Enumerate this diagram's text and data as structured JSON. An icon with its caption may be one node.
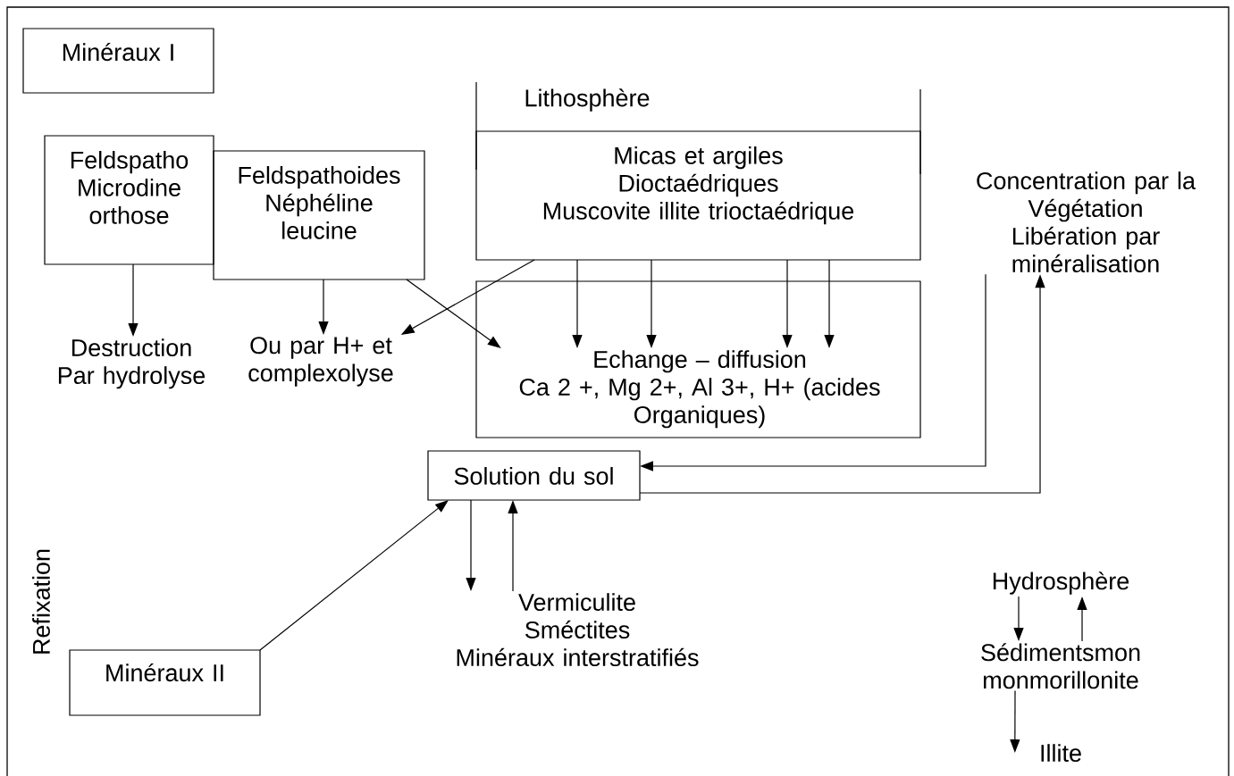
{
  "diagram": {
    "nodes": [
      {
        "text": [
          "Minéraux I"
        ]
      },
      {
        "text": [
          "Feldspatho Microdine orthose"
        ]
      },
      {
        "text": [
          "Feldspathoides Néphéline leucine"
        ]
      },
      {
        "text": [
          "Micas et argiles Dioctaédriques Muscovite illite trioctaédrique"
        ]
      },
      {
        "text": [
          "Concentration par la Végétation Libération par minéralisation"
        ]
      },
      {
        "text": [
          "Destruction Par hydrolyse"
        ]
      },
      {
        "text": [
          "Ou par H+ et complexolyse"
        ]
      },
      {
        "text": [],
        "shape": "box"
      },
      {
        "text": [
          "Echange – diffusion Ca 2 +, Mg 2+, Al 3+, H+ (acides Organiques)"
        ],
        "in": 7
      },
      {
        "text": [
          "Solution du sol"
        ]
      },
      {
        "text": [
          "Vermiculite Sméctites Minéraux interstratifiés"
        ]
      },
      {
        "text": [
          "Minéraux II"
        ]
      },
      {
        "text": [
          "Hydrosphère"
        ]
      },
      {
        "text": [
          "Sédimentsmon monmorillonite"
        ]
      },
      {
        "text": [
          "Illite"
        ]
      }
    ],
    "edges": [
      {
        "from": 1,
        "to": 5,
        "arrow": "to"
      },
      {
        "from": 2,
        "to": 6,
        "arrow": "to"
      },
      {
        "from": 3,
        "to": 6,
        "arrow": "to"
      },
      {
        "from": 2,
        "to": 8,
        "arrow": "to"
      },
      {
        "from": 3,
        "to": 8,
        "arrow": "to"
      },
      {
        "from": 3,
        "to": 8,
        "arrow": "to"
      },
      {
        "from": 3,
        "to": 8,
        "arrow": "to"
      },
      {
        "from": 3,
        "to": 8,
        "arrow": "to"
      },
      {
        "from": 4,
        "to": 9,
        "arrow": "to"
      },
      {
        "from": 9,
        "to": 4,
        "arrow": "to"
      },
      {
        "from": 11,
        "to": 9,
        "arrow": "to"
      },
      {
        "from": 9,
        "to": 10,
        "arrow": "to"
      },
      {
        "from": 10,
        "to": 9,
        "arrow": "to"
      },
      {
        "from": 12,
        "to": 13,
        "arrow": "to"
      },
      {
        "from": 13,
        "to": 12,
        "arrow": "to"
      },
      {
        "from": 13,
        "to": 14,
        "arrow": "to"
      }
    ],
    "labels": [
      "Lithosphère",
      "Refixation"
    ]
  }
}
